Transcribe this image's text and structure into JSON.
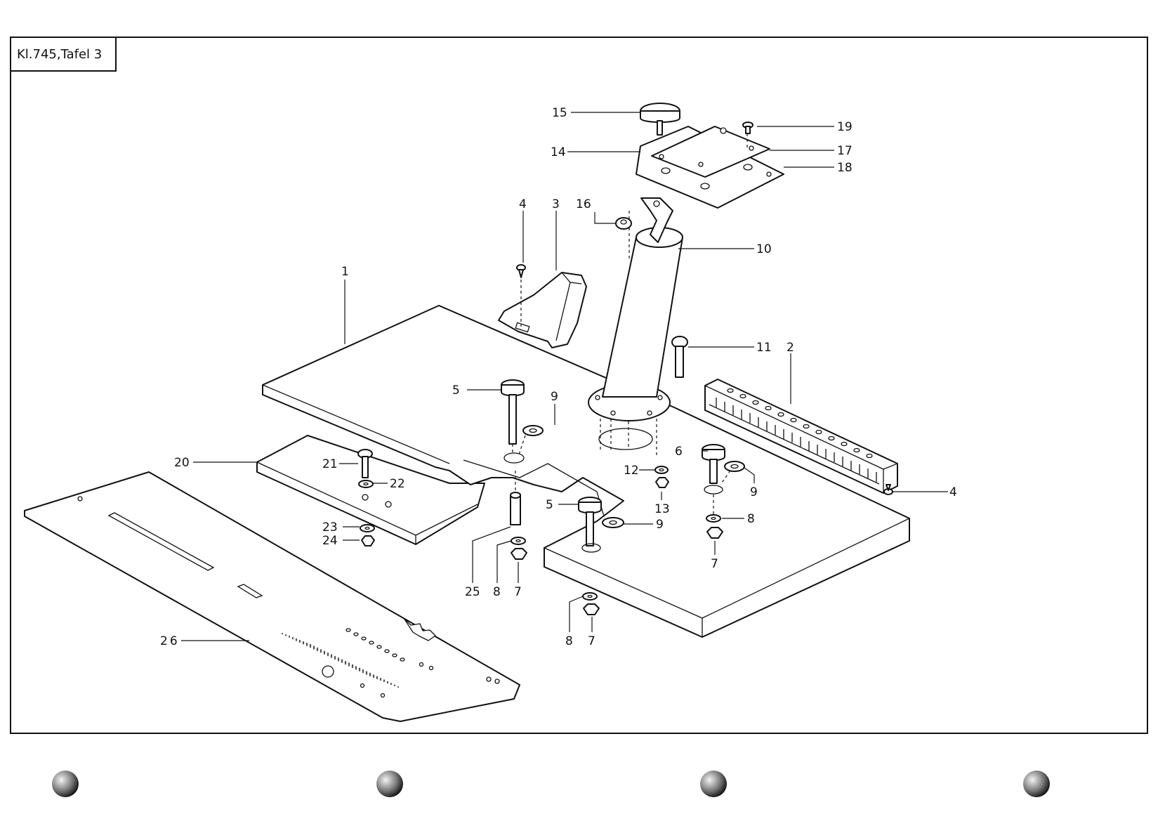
{
  "sheet": {
    "title": "Kl.745,Tafel  3"
  },
  "labels": [
    {
      "id": "l1",
      "text": "1"
    },
    {
      "id": "l2",
      "text": "2"
    },
    {
      "id": "l3",
      "text": "3"
    },
    {
      "id": "l4a",
      "text": "4"
    },
    {
      "id": "l4b",
      "text": "4"
    },
    {
      "id": "l5a",
      "text": "5"
    },
    {
      "id": "l5b",
      "text": "5"
    },
    {
      "id": "l6",
      "text": "6"
    },
    {
      "id": "l7a",
      "text": "7"
    },
    {
      "id": "l7b",
      "text": "7"
    },
    {
      "id": "l7c",
      "text": "7"
    },
    {
      "id": "l8a",
      "text": "8"
    },
    {
      "id": "l8b",
      "text": "8"
    },
    {
      "id": "l8c",
      "text": "8"
    },
    {
      "id": "l9a",
      "text": "9"
    },
    {
      "id": "l9b",
      "text": "9"
    },
    {
      "id": "l9c",
      "text": "9"
    },
    {
      "id": "l10",
      "text": "10"
    },
    {
      "id": "l11",
      "text": "11"
    },
    {
      "id": "l12",
      "text": "12"
    },
    {
      "id": "l13",
      "text": "13"
    },
    {
      "id": "l14",
      "text": "14"
    },
    {
      "id": "l15",
      "text": "15"
    },
    {
      "id": "l16",
      "text": "16"
    },
    {
      "id": "l17",
      "text": "17"
    },
    {
      "id": "l18",
      "text": "18"
    },
    {
      "id": "l19",
      "text": "19"
    },
    {
      "id": "l20",
      "text": "20"
    },
    {
      "id": "l21",
      "text": "21"
    },
    {
      "id": "l22",
      "text": "22"
    },
    {
      "id": "l23",
      "text": "23"
    },
    {
      "id": "l24",
      "text": "24"
    },
    {
      "id": "l25",
      "text": "25"
    },
    {
      "id": "l26",
      "text": "26"
    }
  ],
  "icons": {
    "binder_hole": "binder-hole-icon"
  }
}
